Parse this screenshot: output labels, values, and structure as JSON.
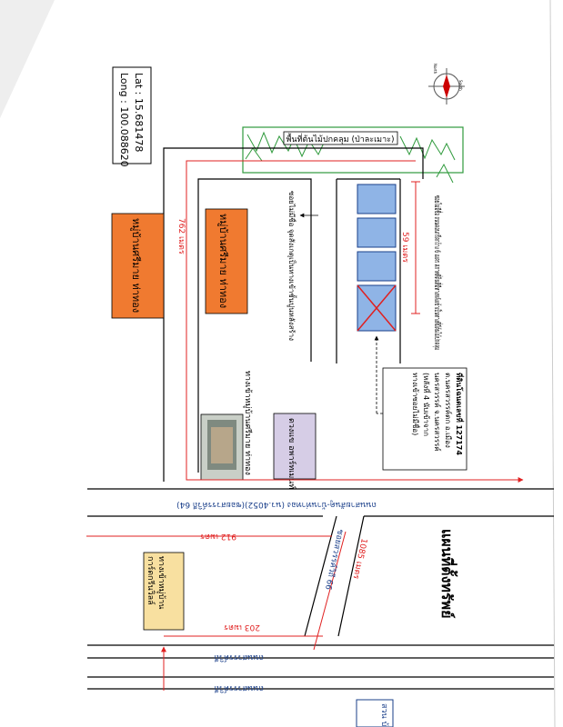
{
  "coords": {
    "lat": "Lat : 15.681478",
    "lon": "Long : 100.088620"
  },
  "map_title": "แผนที่ตั้งทรัพย์",
  "labels": {
    "village1": "หมู่บ้านศรีมาย ท่าทอง",
    "village2": "หมู่บ้านศรีมาย ท่าทอง",
    "village_entrance": "ทางเข้าหมู่บ้านศรีมาย ท่าทอง",
    "village_entrance_cont": "ทางเข้าหมู่บ้าน",
    "village_entrance_2": "การ์ดกรีนวิลล์",
    "building": "ดวงแข อพาร์ทเมนท์",
    "forest_area": "พื้นที่ต้นไม้ปกคลุม (ป่าละเมาะ)",
    "dist_762": "762 เมตร",
    "dist_59": "59 เมตร",
    "dist_912": "912 เมตร",
    "dist_1085": "1085 เมตร",
    "dist_203": "203 เมตร",
    "main_road": "ถนนสายสันคู-บ้านท่าทอง (นว.4052)(ซอยสวรรค์วิถี 64)",
    "soi66": "ซอยสวรรค์วิถี 66",
    "sawan_road_1": "ถนนสวรรค์วิถี",
    "sawan_road_2": "ถนนสวรรค์วิถี",
    "lane_note": "ซอยไม่มีชื่อ ถนนคอนกรีตกว้าง 6 เมตร สภาพที่ดินที่มีทางหลังเข้าเป็นทางที่มีต้นไม้ปกคลุม",
    "unnamed_lane": "ซอยไม่มีชื่อ จุดสังเกตุเป็นทางเข้าชั้นปูนหลังสร้าง",
    "plot_info_line1": "ที่ดินโฉนดเลขที่ 127174",
    "plot_info_line2": "ต.นครสวรรค์ตก อ.เมือง",
    "plot_info_line3": "นครสวรรค์ จ.นครสวรรค์",
    "plot_info_line4": "(หลังที่ 4 นับเข้าจาก",
    "plot_info_line5": "ทางเข้าซอยไม่มีชื่อ)",
    "corner_label": "สวน บ้าน นคร"
  },
  "compass": {
    "north": "North",
    "south": "South"
  },
  "colors": {
    "road_line": "#000000",
    "dist_red": "#e02020",
    "village_fill": "#f07a30",
    "plot_blue": "#8fb4e6",
    "plot_border": "#1a3f8a",
    "building_fill": "#d6cde6",
    "entrance_fill": "#f8e0a0",
    "forest_green": "#2f9a3c",
    "cross_red": "#e02020"
  }
}
